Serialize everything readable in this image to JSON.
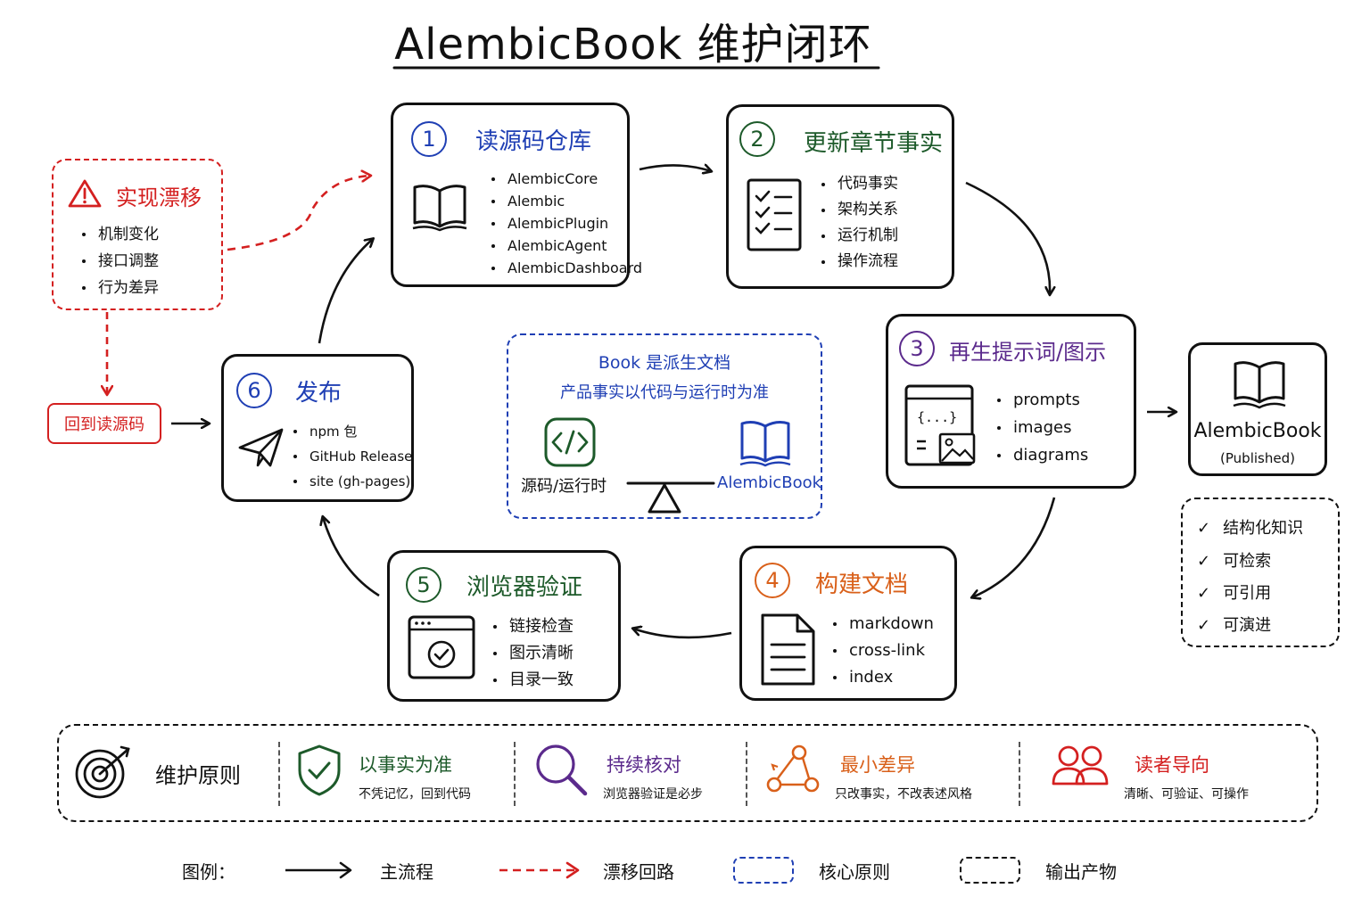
{
  "title": "AlembicBook 维护闭环",
  "colors": {
    "ink": "#111111",
    "blue": "#1f3fb4",
    "green": "#1d5a2a",
    "purple": "#5b2a8c",
    "orange": "#d9601a",
    "red": "#d42020"
  },
  "steps": [
    {
      "number": "1",
      "title": "读源码仓库",
      "icon": "open-book-icon",
      "items": [
        "AlembicCore",
        "Alembic",
        "AlembicPlugin",
        "AlembicAgent",
        "AlembicDashboard"
      ]
    },
    {
      "number": "2",
      "title": "更新章节事实",
      "icon": "checklist-icon",
      "items": [
        "代码事实",
        "架构关系",
        "运行机制",
        "操作流程"
      ]
    },
    {
      "number": "3",
      "title": "再生提示词/图示",
      "icon": "template-image-icon",
      "items": [
        "prompts",
        "images",
        "diagrams"
      ]
    },
    {
      "number": "4",
      "title": "构建文档",
      "icon": "document-icon",
      "items": [
        "markdown",
        "cross-link",
        "index"
      ]
    },
    {
      "number": "5",
      "title": "浏览器验证",
      "icon": "browser-check-icon",
      "items": [
        "链接检查",
        "图示清晰",
        "目录一致"
      ]
    },
    {
      "number": "6",
      "title": "发布",
      "icon": "paper-plane-icon",
      "items": [
        "npm 包",
        "GitHub Release",
        "site (gh-pages)"
      ]
    }
  ],
  "drift": {
    "title": "实现漂移",
    "icon": "warning-icon",
    "items": [
      "机制变化",
      "接口调整",
      "行为差异"
    ],
    "back_label": "回到读源码"
  },
  "core": {
    "line1": "Book 是派生文档",
    "line2": "产品事实以代码与运行时为准",
    "left_label": "源码/运行时",
    "right_label": "AlembicBook"
  },
  "output": {
    "name": "AlembicBook",
    "status": "(Published)",
    "checks": [
      "结构化知识",
      "可检索",
      "可引用",
      "可演进"
    ]
  },
  "principles": {
    "title": "维护原则",
    "items": [
      {
        "title": "以事实为准",
        "desc": "不凭记忆，回到代码",
        "icon": "shield-check-icon",
        "color": "#1d5a2a"
      },
      {
        "title": "持续核对",
        "desc": "浏览器验证是必步",
        "icon": "magnifier-icon",
        "color": "#5b2a8c"
      },
      {
        "title": "最小差异",
        "desc": "只改事实，不改表述风格",
        "icon": "cycle-nodes-icon",
        "color": "#d9601a"
      },
      {
        "title": "读者导向",
        "desc": "清晰、可验证、可操作",
        "icon": "users-icon",
        "color": "#d42020"
      }
    ]
  },
  "legend": {
    "label": "图例：",
    "items": [
      "主流程",
      "漂移回路",
      "核心原则",
      "输出产物"
    ]
  }
}
